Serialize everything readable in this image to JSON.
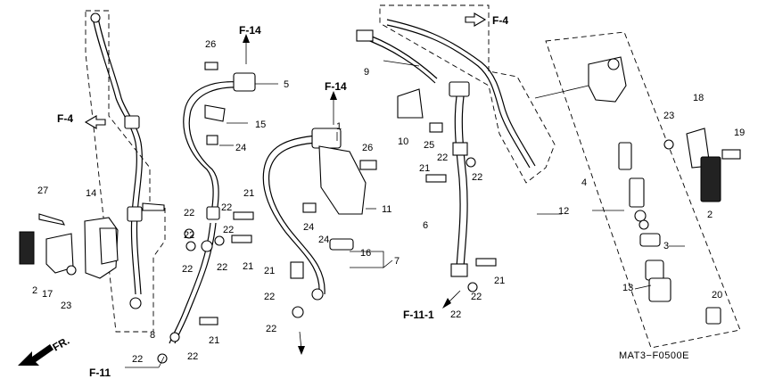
{
  "diagram_code": "MAT3−F0500E",
  "references": {
    "f4_left": "F-4",
    "f4_right": "F-4",
    "f14_left": "F-14",
    "f14_center": "F-14",
    "f11": "F-11",
    "f11_1": "F-11-1",
    "front": "FR."
  },
  "callouts": {
    "c2a": "2",
    "c2b": "2",
    "c3": "3",
    "c4": "4",
    "c5": "5",
    "c6": "6",
    "c7": "7",
    "c8": "8",
    "c9": "9",
    "c10": "10",
    "c11": "11",
    "c12": "12",
    "c13": "13",
    "c14": "14",
    "c15": "15",
    "c16": "16",
    "c17": "17",
    "c18": "18",
    "c19": "19",
    "c20": "20",
    "c21a": "21",
    "c21b": "21",
    "c21c": "21",
    "c21d": "21",
    "c21e": "21",
    "c21f": "21",
    "c22a": "22",
    "c22b": "22",
    "c22c": "22",
    "c22d": "22",
    "c22e": "22",
    "c22f": "22",
    "c22g": "22",
    "c22h": "22",
    "c22i": "22",
    "c22j": "22",
    "c22k": "22",
    "c22l": "22",
    "c22m": "22",
    "c22n": "22",
    "c23a": "23",
    "c23b": "23",
    "c24a": "24",
    "c24b": "24",
    "c24c": "24",
    "c25": "25",
    "c26a": "26",
    "c26b": "26",
    "c27": "27",
    "c1": "1"
  }
}
